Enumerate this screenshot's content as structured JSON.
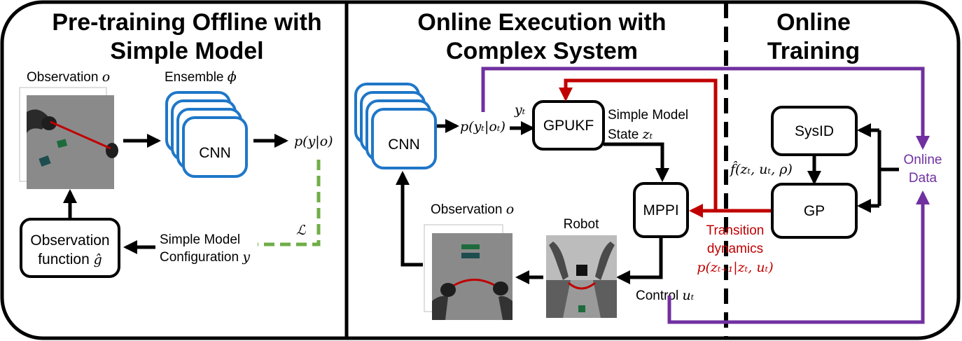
{
  "sections": {
    "pretraining": {
      "title_line1": "Pre-training Offline with",
      "title_line2": "Simple Model"
    },
    "execution": {
      "title_line1": "Online Execution with",
      "title_line2": "Complex System"
    },
    "training": {
      "title_line1": "Online",
      "title_line2": "Training"
    }
  },
  "pretrain": {
    "observation_label": "Observation",
    "observation_symbol": "o",
    "ensemble_label": "Ensemble",
    "ensemble_symbol": "ϕ",
    "cnn_label": "CNN",
    "output_label": "p(y|o)",
    "loss_symbol": "ℒ",
    "config_line1": "Simple Model",
    "config_line2": "Configuration",
    "config_symbol": "y",
    "obsfn_line1": "Observation",
    "obsfn_line2": "function",
    "obsfn_symbol": "ĝ"
  },
  "execution": {
    "cnn_label": "CNN",
    "cnn_output": "p(yₜ|oₜ)",
    "yt_label": "yₜ",
    "gpukf_label": "GPUKF",
    "state_line1": "Simple Model",
    "state_line2": "State",
    "state_symbol": "zₜ",
    "mppi_label": "MPPI",
    "robot_label": "Robot",
    "observation_label": "Observation",
    "observation_symbol": "o",
    "control_label": "Control",
    "control_symbol": "uₜ",
    "transition_line1": "Transition",
    "transition_line2": "dynamics",
    "transition_formula": "p(zₜ₊₁|zₜ, uₜ)"
  },
  "training": {
    "sysid_label": "SysID",
    "gp_label": "GP",
    "fhat_label": "f̂(zₜ, uₜ, ρ)",
    "online_data_line1": "Online",
    "online_data_line2": "Data"
  },
  "colors": {
    "cnn_blue": "#1f77c8",
    "loss_green": "#70ad47",
    "transition_red": "#c00000",
    "data_purple": "#7030a0"
  }
}
